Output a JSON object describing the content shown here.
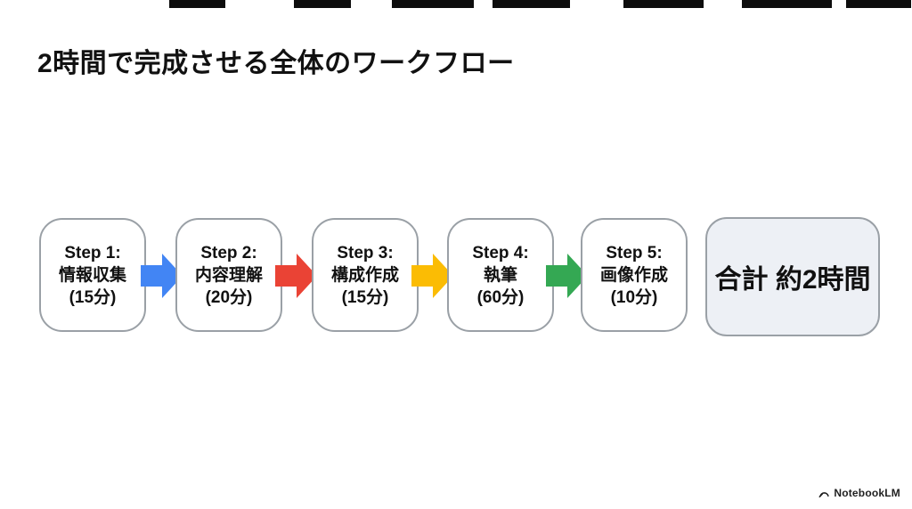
{
  "title": "2時間で完成させる全体のワークフロー",
  "workflow": {
    "steps": [
      {
        "label": "Step 1:",
        "task": "情報収集",
        "duration": "(15分)"
      },
      {
        "label": "Step 2:",
        "task": "内容理解",
        "duration": "(20分)"
      },
      {
        "label": "Step 3:",
        "task": "構成作成",
        "duration": "(15分)"
      },
      {
        "label": "Step 4:",
        "task": "執筆",
        "duration": "(60分)"
      },
      {
        "label": "Step 5:",
        "task": "画像作成",
        "duration": "(10分)"
      }
    ],
    "arrows": [
      {
        "name": "arrow-blue",
        "color": "#4285F4"
      },
      {
        "name": "arrow-red",
        "color": "#EA4335"
      },
      {
        "name": "arrow-yellow",
        "color": "#FBBC04"
      },
      {
        "name": "arrow-green",
        "color": "#34A853"
      }
    ],
    "total_label": "合計 約2時間",
    "total_box_bg": "#EDF0F5",
    "box_border_color": "#9AA0A6"
  },
  "footer": {
    "brand": "NotebookLM",
    "icon": "notebooklm-logo-icon",
    "color": "#1F1F1F"
  }
}
